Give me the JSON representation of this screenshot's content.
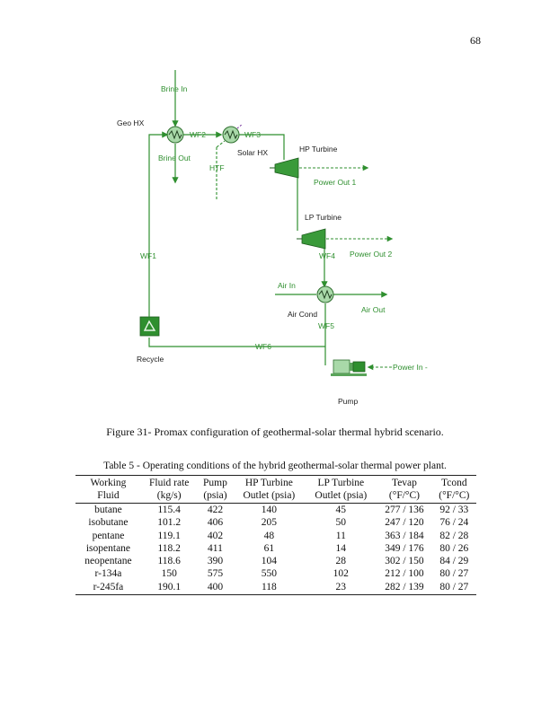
{
  "page_number": "68",
  "diagram": {
    "labels": {
      "brine_in": "Brine In",
      "geo_hx": "Geo HX",
      "wf2": "WF2",
      "wf3": "WF3",
      "brine_out": "Brine Out",
      "solar_hx": "Solar HX",
      "htf": "HTF",
      "hp_turbine": "HP Turbine",
      "power_out_1": "Power Out 1",
      "lp_turbine": "LP Turbine",
      "wf1": "WF1",
      "wf4": "WF4",
      "power_out_2": "Power Out 2",
      "air_in": "Air In",
      "air_out": "Air Out",
      "air_cond": "Air Cond",
      "wf5": "WF5",
      "wf6": "WF6",
      "recycle": "Recycle",
      "power_in": "Power In -",
      "pump": "Pump"
    },
    "colors": {
      "stream": "#2f8f2f",
      "equipment": "#3a9a3a",
      "text": "#1d1d1d"
    }
  },
  "figure_caption": "Figure 31- Promax configuration of geothermal-solar thermal hybrid scenario.",
  "table": {
    "caption": "Table 5 - Operating conditions of the hybrid geothermal-solar thermal power plant.",
    "headers_line1": [
      "Working",
      "Fluid rate",
      "Pump",
      "HP Turbine",
      "LP Turbine",
      "Tevap",
      "Tcond"
    ],
    "headers_line2": [
      "Fluid",
      "(kg/s)",
      "(psia)",
      "Outlet (psia)",
      "Outlet (psia)",
      "(°F/°C)",
      "(°F/°C)"
    ],
    "rows": [
      [
        "butane",
        "115.4",
        "422",
        "140",
        "45",
        "277 / 136",
        "92 / 33"
      ],
      [
        "isobutane",
        "101.2",
        "406",
        "205",
        "50",
        "247 / 120",
        "76 / 24"
      ],
      [
        "pentane",
        "119.1",
        "402",
        "48",
        "11",
        "363 / 184",
        "82 / 28"
      ],
      [
        "isopentane",
        "118.2",
        "411",
        "61",
        "14",
        "349 / 176",
        "80 / 26"
      ],
      [
        "neopentane",
        "118.6",
        "390",
        "104",
        "28",
        "302 / 150",
        "84 / 29"
      ],
      [
        "r-134a",
        "150",
        "575",
        "550",
        "102",
        "212 / 100",
        "80 / 27"
      ],
      [
        "r-245fa",
        "190.1",
        "400",
        "118",
        "23",
        "282 / 139",
        "80 / 27"
      ]
    ]
  }
}
